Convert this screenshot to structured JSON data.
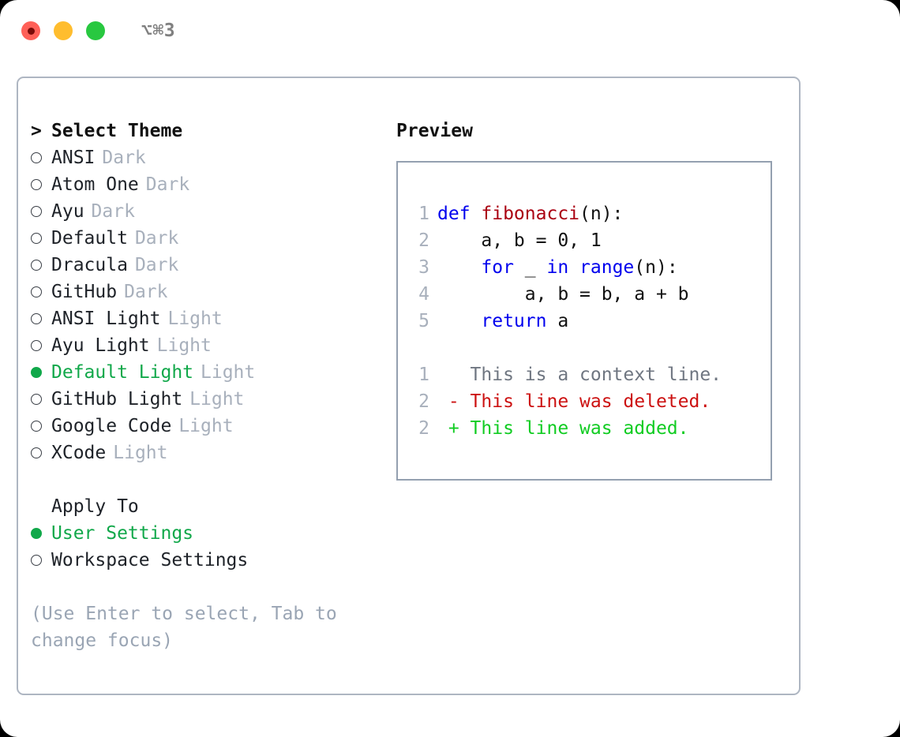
{
  "titlebar": {
    "shortcut": "⌥⌘3",
    "lights": [
      "close-button",
      "minimize-button",
      "maximize-button"
    ]
  },
  "theme_list": {
    "header_marker": ">",
    "header": "Select Theme",
    "items": [
      {
        "marker": "radio-off",
        "name": "ANSI",
        "tag": "Dark",
        "selected": false
      },
      {
        "marker": "radio-off",
        "name": "Atom One",
        "tag": "Dark",
        "selected": false
      },
      {
        "marker": "radio-off",
        "name": "Ayu",
        "tag": "Dark",
        "selected": false
      },
      {
        "marker": "radio-off",
        "name": "Default",
        "tag": "Dark",
        "selected": false
      },
      {
        "marker": "radio-off",
        "name": "Dracula",
        "tag": "Dark",
        "selected": false
      },
      {
        "marker": "radio-off",
        "name": "GitHub",
        "tag": "Dark",
        "selected": false
      },
      {
        "marker": "radio-off",
        "name": "ANSI Light",
        "tag": "Light",
        "selected": false
      },
      {
        "marker": "radio-off",
        "name": "Ayu Light",
        "tag": "Light",
        "selected": false
      },
      {
        "marker": "radio-on",
        "name": "Default Light",
        "tag": "Light",
        "selected": true
      },
      {
        "marker": "radio-off",
        "name": "GitHub Light",
        "tag": "Light",
        "selected": false
      },
      {
        "marker": "radio-off",
        "name": "Google Code",
        "tag": "Light",
        "selected": false
      },
      {
        "marker": "radio-off",
        "name": "XCode",
        "tag": "Light",
        "selected": false
      }
    ]
  },
  "apply_to": {
    "header": "Apply To",
    "items": [
      {
        "marker": "radio-on",
        "name": "User Settings",
        "selected": true
      },
      {
        "marker": "radio-off",
        "name": "Workspace Settings",
        "selected": false
      }
    ]
  },
  "hint": "(Use Enter to select, Tab to change focus)",
  "preview": {
    "title": "Preview",
    "code_lines": [
      {
        "no": "1",
        "tokens": [
          {
            "t": "def ",
            "c": "kw"
          },
          {
            "t": "fibonacci",
            "c": "fn"
          },
          {
            "t": "(n):",
            "c": "text"
          }
        ]
      },
      {
        "no": "2",
        "tokens": [
          {
            "t": "    a, b = 0, 1",
            "c": "text"
          }
        ]
      },
      {
        "no": "3",
        "tokens": [
          {
            "t": "    ",
            "c": "text"
          },
          {
            "t": "for",
            "c": "kw"
          },
          {
            "t": " _ ",
            "c": "text"
          },
          {
            "t": "in",
            "c": "kw"
          },
          {
            "t": " ",
            "c": "text"
          },
          {
            "t": "range",
            "c": "kw"
          },
          {
            "t": "(n):",
            "c": "text"
          }
        ]
      },
      {
        "no": "4",
        "tokens": [
          {
            "t": "        a, b = b, a + b",
            "c": "text"
          }
        ]
      },
      {
        "no": "5",
        "tokens": [
          {
            "t": "    ",
            "c": "text"
          },
          {
            "t": "return",
            "c": "kw"
          },
          {
            "t": " a",
            "c": "text"
          }
        ]
      }
    ],
    "diff_lines": [
      {
        "no": "1",
        "tokens": [
          {
            "t": "   This is a context line.",
            "c": "ctx"
          }
        ]
      },
      {
        "no": "2",
        "tokens": [
          {
            "t": " - This line was deleted.",
            "c": "del"
          }
        ]
      },
      {
        "no": "2",
        "tokens": [
          {
            "t": " + This line was added.",
            "c": "add"
          }
        ]
      }
    ]
  },
  "colors": {
    "accent_green": "#11a84a",
    "muted": "#a8b0bc",
    "hint": "#9aa5b4",
    "keyword_blue": "#0000ee",
    "function_red": "#aa0011",
    "diff_deleted": "#cc1111",
    "diff_added": "#11cc22",
    "border": "#aeb6c2"
  }
}
